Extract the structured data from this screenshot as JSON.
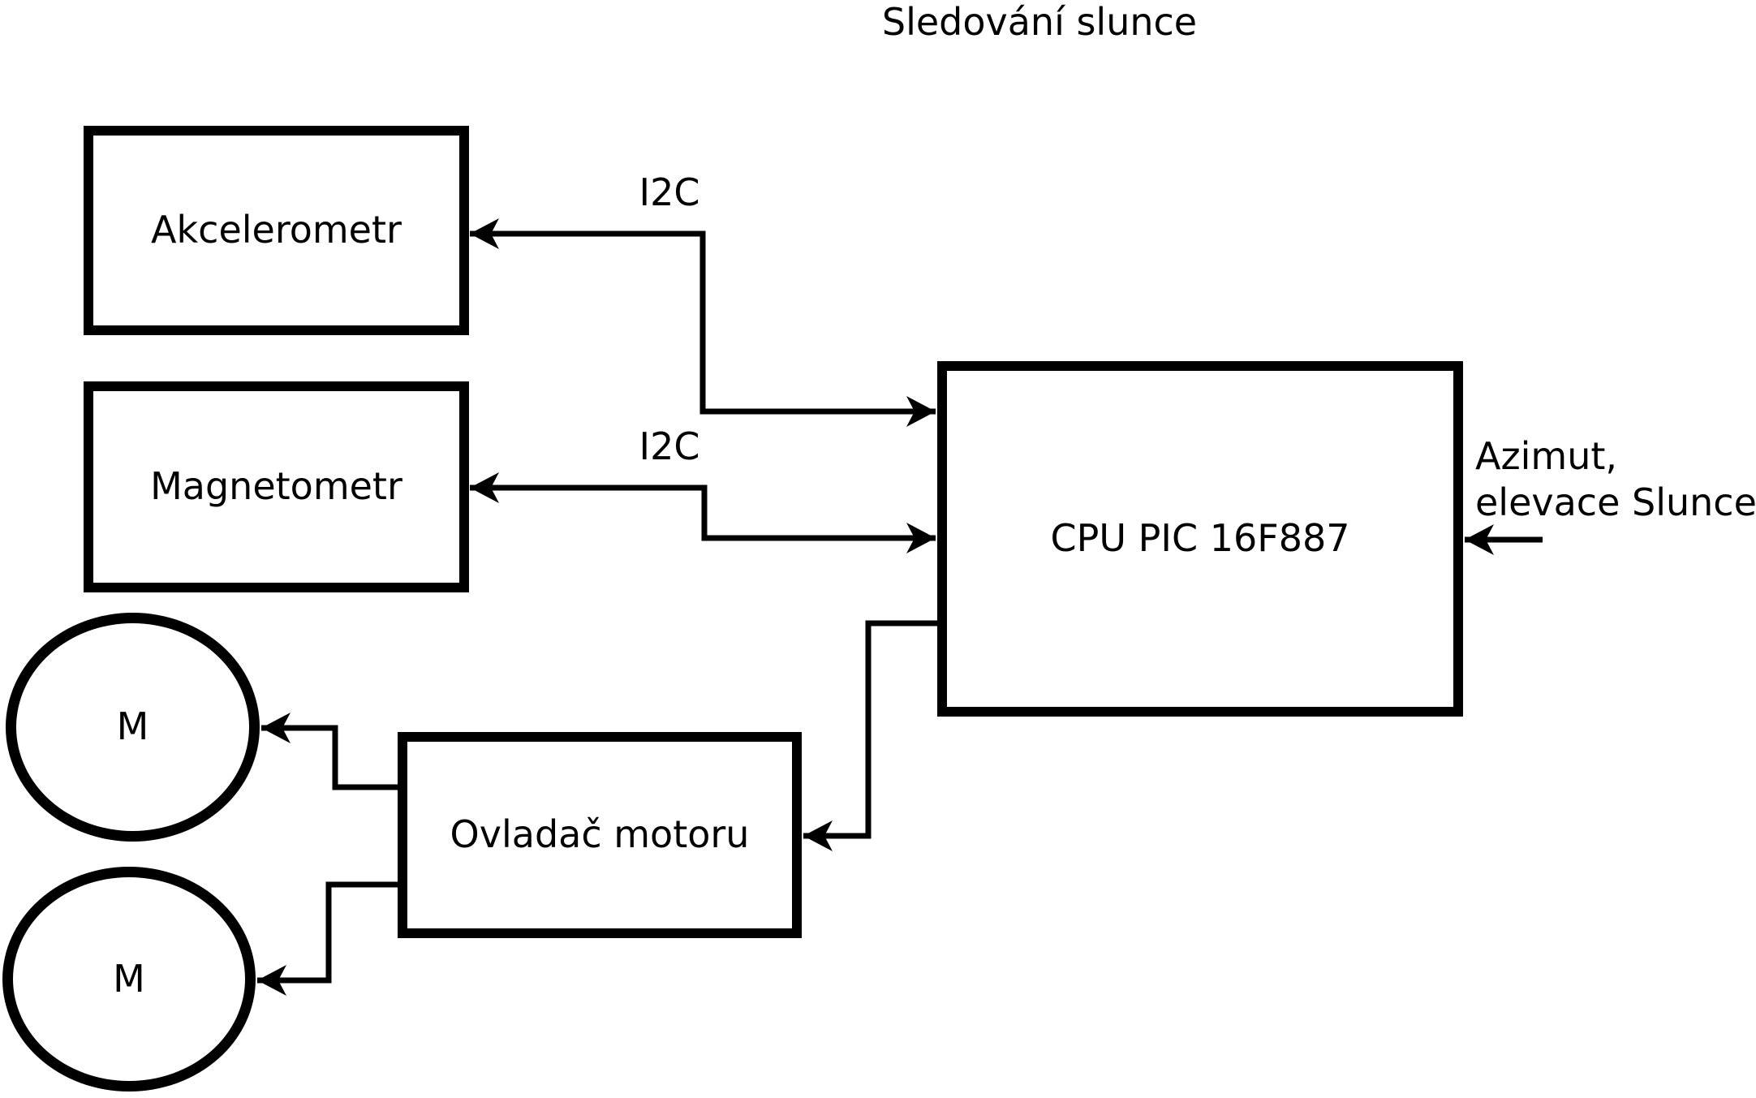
{
  "title": "Sledování slunce",
  "colors": {
    "ink": "#000000",
    "background": "#ffffff"
  },
  "nodes": {
    "akcelerometr": {
      "label": "Akcelerometr",
      "shape": "rect"
    },
    "magnetometr": {
      "label": "Magnetometr",
      "shape": "rect"
    },
    "cpu": {
      "label": "CPU PIC 16F887",
      "shape": "rect"
    },
    "ovladac_motoru": {
      "label": "Ovladač motoru",
      "shape": "rect"
    },
    "motor_1": {
      "label": "M",
      "shape": "circle"
    },
    "motor_2": {
      "label": "M",
      "shape": "circle"
    }
  },
  "edges": {
    "i2c_akcelerometr": {
      "label": "I2C",
      "from": "cpu",
      "to": "akcelerometr",
      "direction": "bidirectional"
    },
    "i2c_magnetometr": {
      "label": "I2C",
      "from": "cpu",
      "to": "magnetometr",
      "direction": "bidirectional"
    },
    "cpu_to_ovladac": {
      "label": "",
      "from": "cpu",
      "to": "ovladac_motoru",
      "direction": "one-way"
    },
    "ovladac_to_motor_1": {
      "label": "",
      "from": "ovladac_motoru",
      "to": "motor_1",
      "direction": "one-way"
    },
    "ovladac_to_motor_2": {
      "label": "",
      "from": "ovladac_motoru",
      "to": "motor_2",
      "direction": "one-way"
    },
    "azimut_input": {
      "label": "Azimut, elevace Slunce",
      "from": "external",
      "to": "cpu",
      "direction": "one-way"
    }
  },
  "annotations": {
    "azimut_line1": "Azimut,",
    "azimut_line2": "elevace Slunce"
  }
}
